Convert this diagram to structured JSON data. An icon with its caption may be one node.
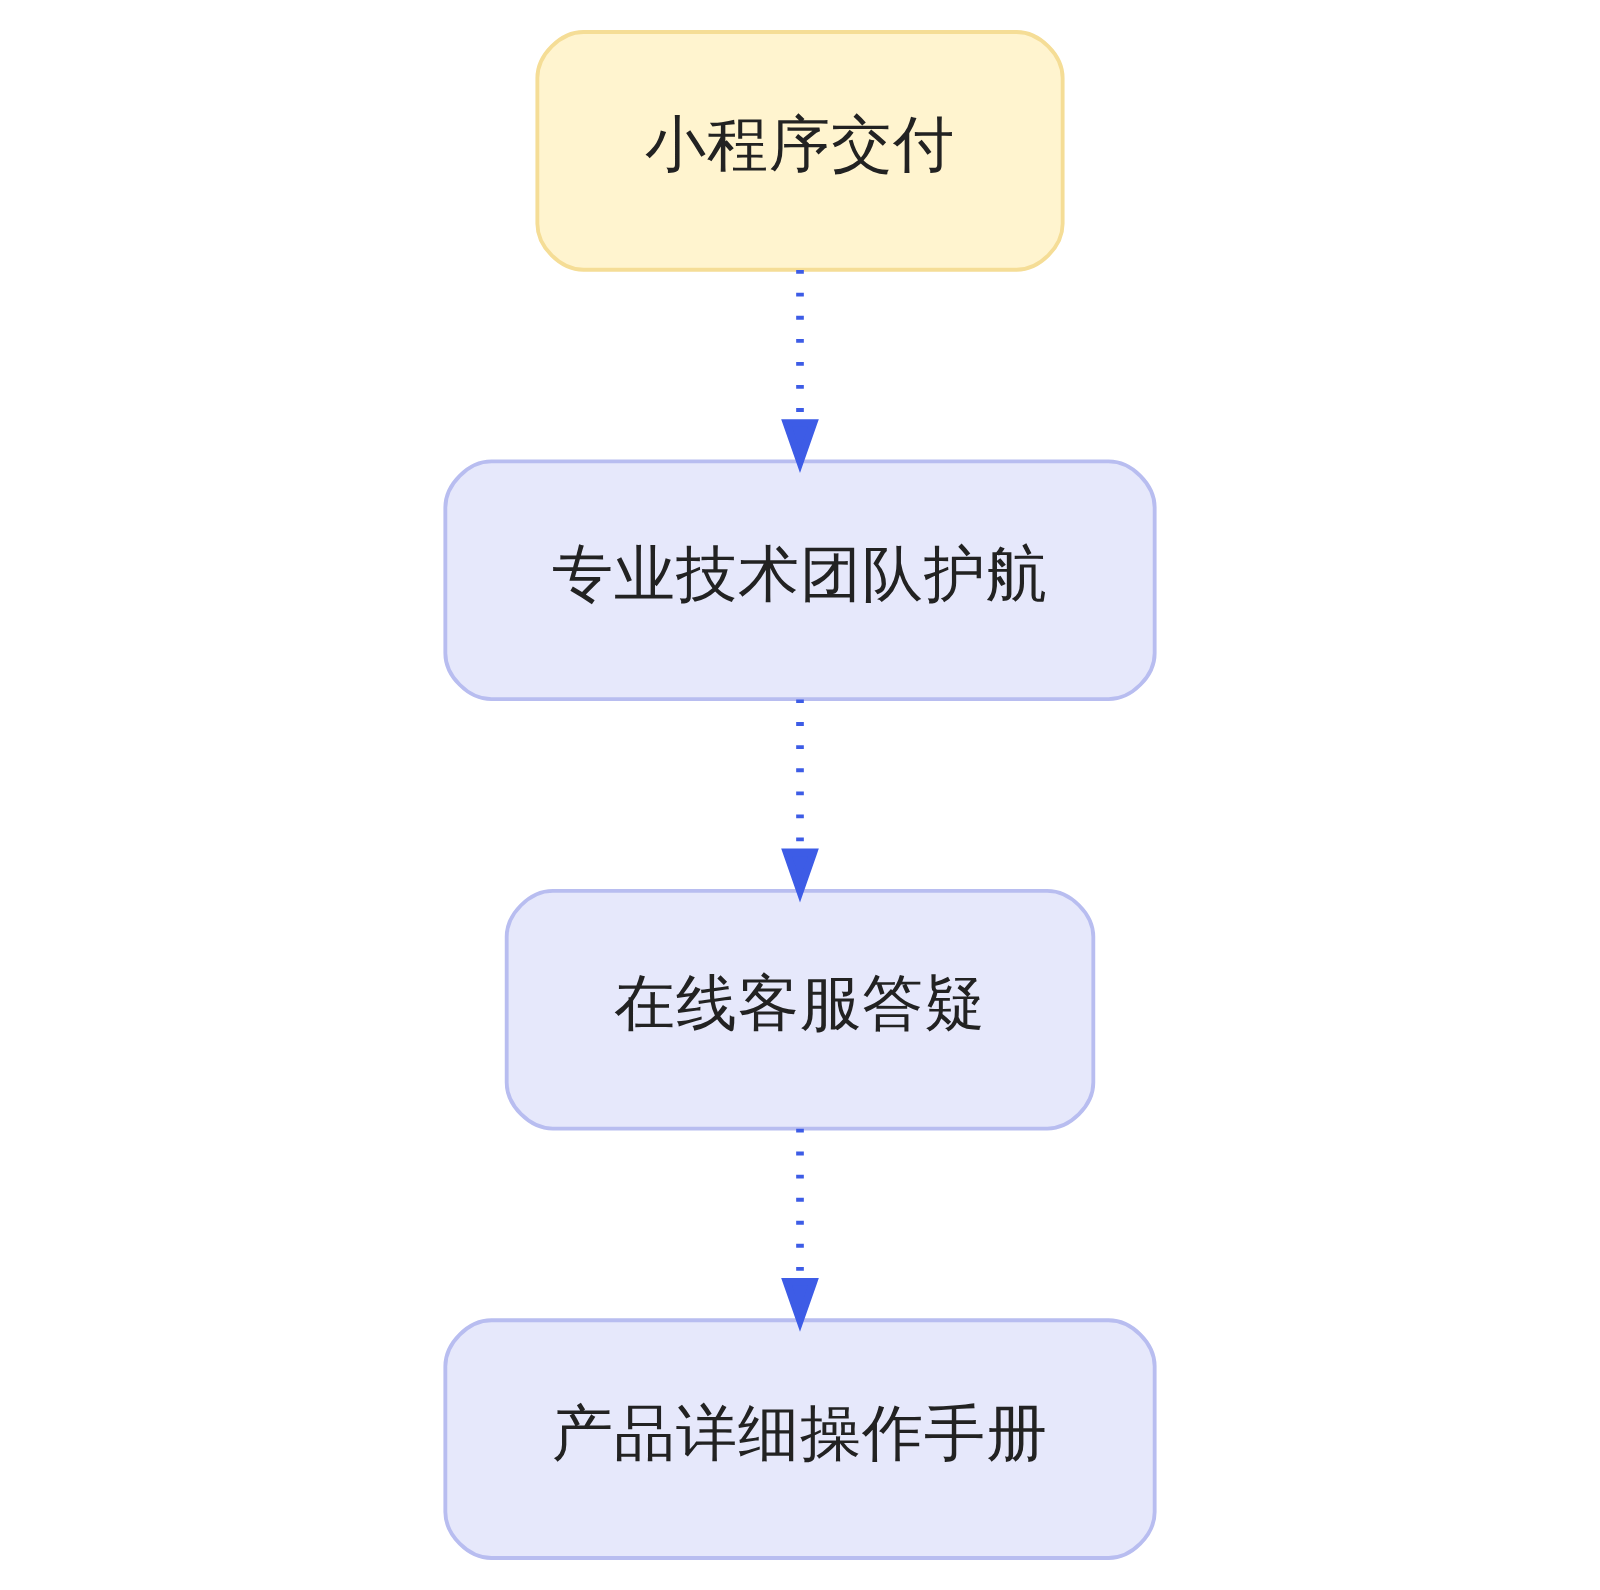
{
  "diagram": {
    "nodes": [
      {
        "text": [
          "小程序交付"
        ]
      },
      {
        "text": [
          "专业技术团队护航"
        ]
      },
      {
        "text": [
          "在线客服答疑"
        ]
      },
      {
        "text": [
          "产品详细操作手册"
        ]
      }
    ],
    "edges": [
      {
        "from": 0,
        "to": 1,
        "arrow": "to",
        "style": "dashed"
      },
      {
        "from": 1,
        "to": 2,
        "arrow": "to",
        "style": "dashed"
      },
      {
        "from": 2,
        "to": 3,
        "arrow": "to",
        "style": "dashed"
      }
    ]
  }
}
